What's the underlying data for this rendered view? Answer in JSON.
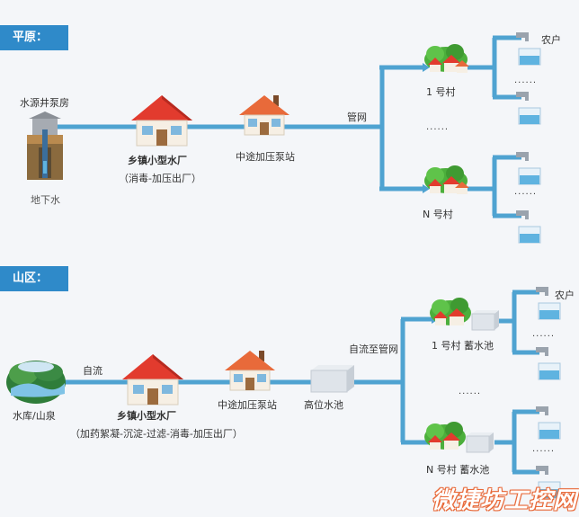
{
  "sections": {
    "plain": {
      "tag": "平原：",
      "well_label": "水源井泵房",
      "groundwater_label": "地下水",
      "plant_name": "乡镇小型水厂",
      "plant_process": "（消毒-加压出厂）",
      "booster_label": "中途加压泵站",
      "network_label": "管网",
      "village1_label": "1 号村",
      "villageN_label": "N 号村",
      "villages_ellipsis": "......",
      "farmer_label": "农户",
      "taps_ellipsis_top": "......",
      "taps_ellipsis_bottom": "......"
    },
    "mountain": {
      "tag": "山区：",
      "source_label": "水库/山泉",
      "gravity_label": "自流",
      "plant_name": "乡镇小型水厂",
      "plant_process": "（加药絮凝-沉淀-过滤-消毒-加压出厂）",
      "booster_label": "中途加压泵站",
      "reservoir_label": "高位水池",
      "gravity_to_network_label": "自流至管网",
      "village1_label": "1 号村  蓄水池",
      "villageN_label": "N 号村  蓄水池",
      "villages_ellipsis": "......",
      "farmer_label": "农户",
      "taps_ellipsis_top": "......",
      "taps_ellipsis_bottom": "......"
    }
  },
  "colors": {
    "pipe": "#4fa3d1",
    "tag_bg": "#2f8ac9",
    "roof": "#e23b2e",
    "wall": "#f6efe4",
    "tank_water": "#5fb3e0",
    "greenery": "#4caf3c"
  },
  "watermark": "微捷坊工控网"
}
